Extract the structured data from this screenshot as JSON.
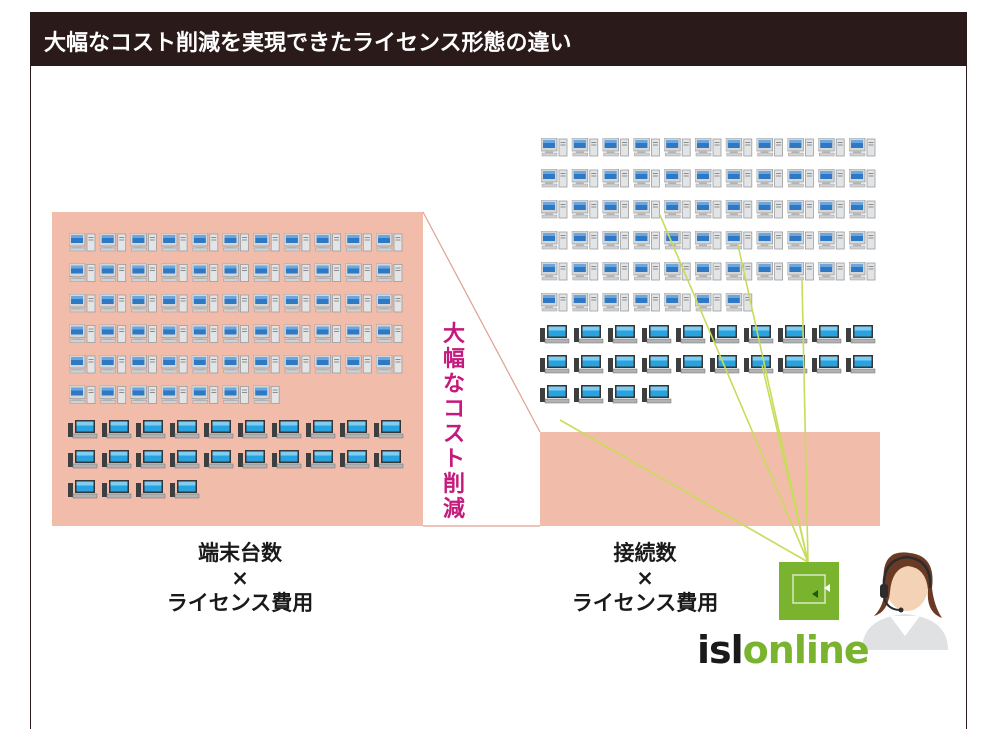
{
  "header": {
    "title": "大幅なコスト削減を実現できたライセンス形態の違い"
  },
  "left_block": {
    "caption_line1": "端末台数",
    "caption_line2": "×",
    "caption_line3": "ライセンス費用",
    "color": "#f2bcab"
  },
  "right_block": {
    "caption_line1": "接続数",
    "caption_line2": "×",
    "caption_line3": "ライセンス費用",
    "color": "#f2bcab"
  },
  "reduction_label": [
    "大",
    "幅",
    "な",
    "コ",
    "ス",
    "ト",
    "削",
    "減"
  ],
  "logo": {
    "isl": "isl",
    "online": "online",
    "brand_color": "#7ab42e"
  },
  "colors": {
    "header_bg": "#2b1a1a",
    "accent_text": "#c5197d",
    "connection_line": "#c8dc5a"
  },
  "icons": {
    "desktop_pc": "desktop-computer-icon",
    "laptop_pc": "laptop-computer-icon",
    "remote_support_app": "isl-app-icon",
    "operator": "operator-headset-icon"
  }
}
